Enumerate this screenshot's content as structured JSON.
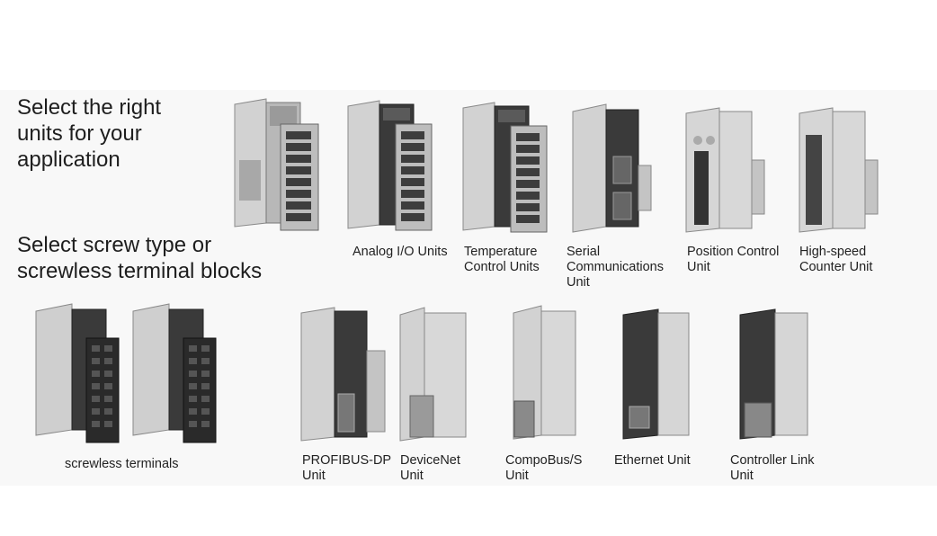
{
  "headings": {
    "select_units": [
      "Select the right",
      "units for your",
      "application"
    ],
    "select_terminals": [
      "Select screw type or",
      "screwless terminal blocks"
    ]
  },
  "row1": [
    {
      "name": "digital-unit",
      "caption": []
    },
    {
      "name": "analog-io-units",
      "caption": [
        "Analog I/O Units"
      ]
    },
    {
      "name": "temperature-control-units",
      "caption": [
        "Temperature",
        "Control Units"
      ]
    },
    {
      "name": "serial-communications-unit",
      "caption": [
        "Serial",
        "Communications",
        "Unit"
      ]
    },
    {
      "name": "position-control-unit",
      "caption": [
        "Position Control",
        "Unit"
      ]
    },
    {
      "name": "high-speed-counter-unit",
      "caption": [
        "High-speed",
        "Counter Unit"
      ]
    }
  ],
  "row2": [
    {
      "name": "screwless-terminals",
      "caption": [
        "screwless terminals"
      ]
    },
    {
      "name": "profibus-dp-unit",
      "caption": [
        "PROFIBUS-DP",
        "Unit"
      ]
    },
    {
      "name": "devicenet-unit",
      "caption": [
        "DeviceNet",
        "Unit"
      ]
    },
    {
      "name": "compobus-s-unit",
      "caption": [
        "CompoBus/S",
        "Unit"
      ]
    },
    {
      "name": "ethernet-unit",
      "caption": [
        "Ethernet Unit"
      ]
    },
    {
      "name": "controller-link-unit",
      "caption": [
        "Controller Link",
        "Unit"
      ]
    }
  ]
}
